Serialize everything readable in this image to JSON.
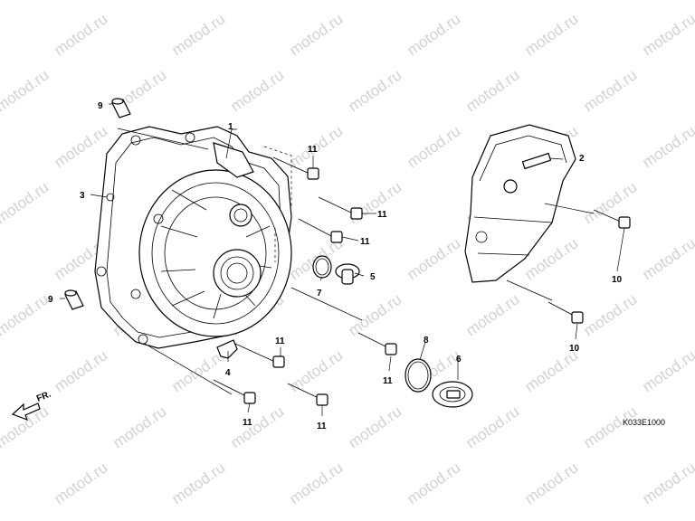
{
  "watermark": "motod.ru",
  "direction_label": "FR.",
  "diagram_code": "K033E1000",
  "callouts": [
    {
      "id": "c1",
      "label": "1"
    },
    {
      "id": "c2",
      "label": "2"
    },
    {
      "id": "c3",
      "label": "3"
    },
    {
      "id": "c4",
      "label": "4"
    },
    {
      "id": "c5",
      "label": "5"
    },
    {
      "id": "c6",
      "label": "6"
    },
    {
      "id": "c7",
      "label": "7"
    },
    {
      "id": "c8",
      "label": "8"
    },
    {
      "id": "c9a",
      "label": "9"
    },
    {
      "id": "c9b",
      "label": "9"
    },
    {
      "id": "c10a",
      "label": "10"
    },
    {
      "id": "c10b",
      "label": "10"
    },
    {
      "id": "c11a",
      "label": "11"
    },
    {
      "id": "c11b",
      "label": "11"
    },
    {
      "id": "c11c",
      "label": "11"
    },
    {
      "id": "c11d",
      "label": "11"
    },
    {
      "id": "c11e",
      "label": "11"
    },
    {
      "id": "c11f",
      "label": "11"
    },
    {
      "id": "c11g",
      "label": "11"
    }
  ]
}
